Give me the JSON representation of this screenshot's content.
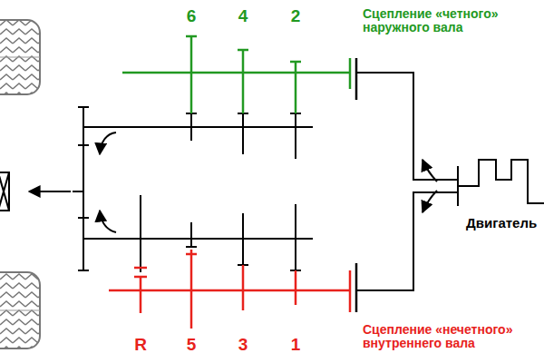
{
  "diagram": {
    "labels": [
      "6",
      "4",
      "2",
      "Сцепление «четного» наружного вала",
      "Двигатель",
      "R",
      "5",
      "3",
      "1",
      "Сцепление «нечетного» внутреннего вала"
    ]
  }
}
